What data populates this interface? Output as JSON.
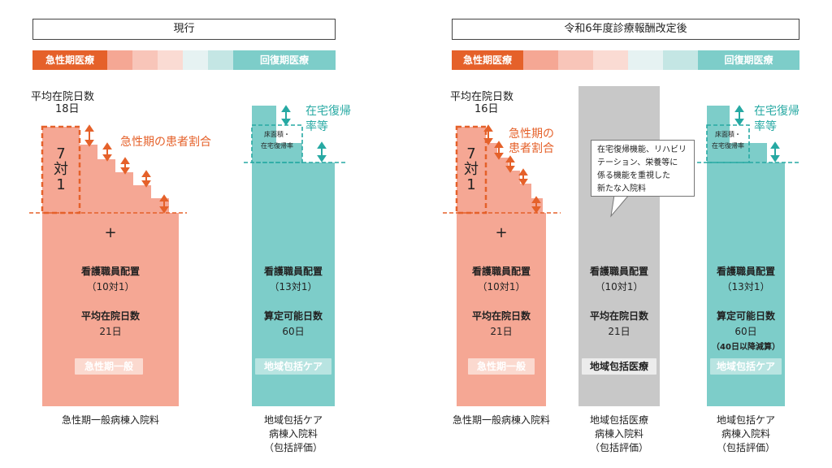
{
  "left": {
    "title": "現行",
    "legend": {
      "left": "急性期医療",
      "right": "回復期医療"
    },
    "avg_stay_label": "平均在院日数",
    "avg_stay_value": "18日",
    "dashed_box_label": [
      "7",
      "対",
      "1"
    ],
    "patient_ratio_label": "急性期の患者割合",
    "plus": "+",
    "acute": {
      "staffing_label": "看護職員配置",
      "staffing_value": "（10対1）",
      "stay_label": "平均在院日数",
      "stay_value": "21日",
      "tag": "急性期一般",
      "caption": "急性期一般病棟入院料"
    },
    "community": {
      "dashed_label_1": "床面積・",
      "dashed_label_2": "在宅復帰率",
      "side_label_1": "在宅復帰",
      "side_label_2": "率等",
      "staffing_label": "看護職員配置",
      "staffing_value": "（13対1）",
      "days_label": "算定可能日数",
      "days_value": "60日",
      "tag": "地域包括ケア",
      "caption_1": "地域包括ケア",
      "caption_2": "病棟入院料",
      "caption_3": "（包括評価）"
    }
  },
  "right": {
    "title": "令和6年度診療報酬改定後",
    "legend": {
      "left": "急性期医療",
      "right": "回復期医療"
    },
    "avg_stay_label": "平均在院日数",
    "avg_stay_value": "16日",
    "dashed_box_label": [
      "7",
      "対",
      "1"
    ],
    "patient_ratio_label_1": "急性期の",
    "patient_ratio_label_2": "患者割合",
    "plus": "+",
    "acute": {
      "staffing_label": "看護職員配置",
      "staffing_value": "（10対1）",
      "stay_label": "平均在院日数",
      "stay_value": "21日",
      "tag": "急性期一般",
      "caption": "急性期一般病棟入院料"
    },
    "new_ward": {
      "callout": [
        "在宅復帰機能、リハビリ",
        "テーション、栄養等に",
        "係る機能を重視した",
        "新たな入院料"
      ],
      "staffing_label": "看護職員配置",
      "staffing_value": "（10対1）",
      "stay_label": "平均在院日数",
      "stay_value": "21日",
      "tag": "地域包括医療",
      "caption_1": "地域包括医療",
      "caption_2": "病棟入院料",
      "caption_3": "（包括評価）"
    },
    "community": {
      "dashed_label_1": "床面積・",
      "dashed_label_2": "在宅復帰率",
      "side_label_1": "在宅復帰",
      "side_label_2": "率等",
      "staffing_label": "看護職員配置",
      "staffing_value": "（13対1）",
      "days_label": "算定可能日数",
      "days_value": "60日",
      "days_note": "（40日以降減算）",
      "tag": "地域包括ケア",
      "caption_1": "地域包括ケア",
      "caption_2": "病棟入院料",
      "caption_3": "（包括評価）"
    }
  },
  "colors": {
    "acute": "#f5a794",
    "acute_dark": "#e5612a",
    "recovery": "#7dcdc9",
    "recovery_dark": "#27a9a3",
    "grey_bar": "#c8c8c8",
    "grey_tag": "#ececec"
  },
  "legend_gradient": [
    "#f5a794",
    "#f8c5b9",
    "#fadbd3",
    "#e6f2f2",
    "#c4e6e4",
    "#7dcdc9"
  ]
}
